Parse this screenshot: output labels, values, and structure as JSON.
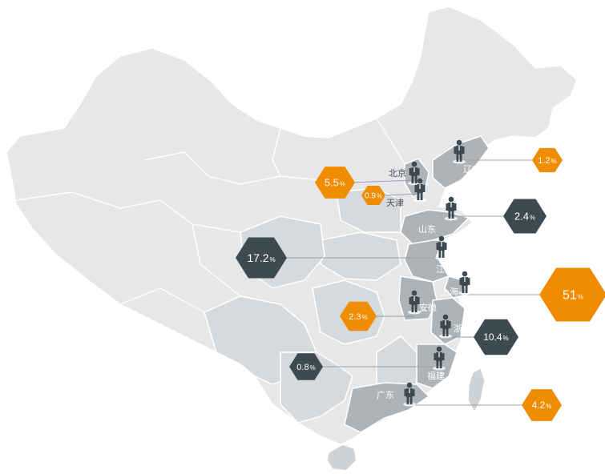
{
  "colors": {
    "map_light": "#e9eaeb",
    "map_mid": "#cfd2d5",
    "map_dark": "#a9aeb3",
    "border": "#ffffff",
    "orange": "#f08c00",
    "dark": "#3d4a52",
    "leader": "#9aa0a6"
  },
  "provinces": [
    {
      "name": "北京",
      "value": "5.5",
      "color": "orange"
    },
    {
      "name": "天津",
      "value": "0.9",
      "color": "orange"
    },
    {
      "name": "辽宁",
      "value": "1.2",
      "color": "orange"
    },
    {
      "name": "山东",
      "value": "2.4",
      "color": "dark"
    },
    {
      "name": "江苏",
      "value": "17.2",
      "color": "dark"
    },
    {
      "name": "上海",
      "value": "51",
      "color": "orange"
    },
    {
      "name": "安徽",
      "value": "2.3",
      "color": "orange"
    },
    {
      "name": "浙江",
      "value": "10.4",
      "color": "dark"
    },
    {
      "name": "福建",
      "value": "0.8",
      "color": "dark"
    },
    {
      "name": "广东",
      "value": "4.2",
      "color": "orange"
    }
  ],
  "percent_sign": "%"
}
